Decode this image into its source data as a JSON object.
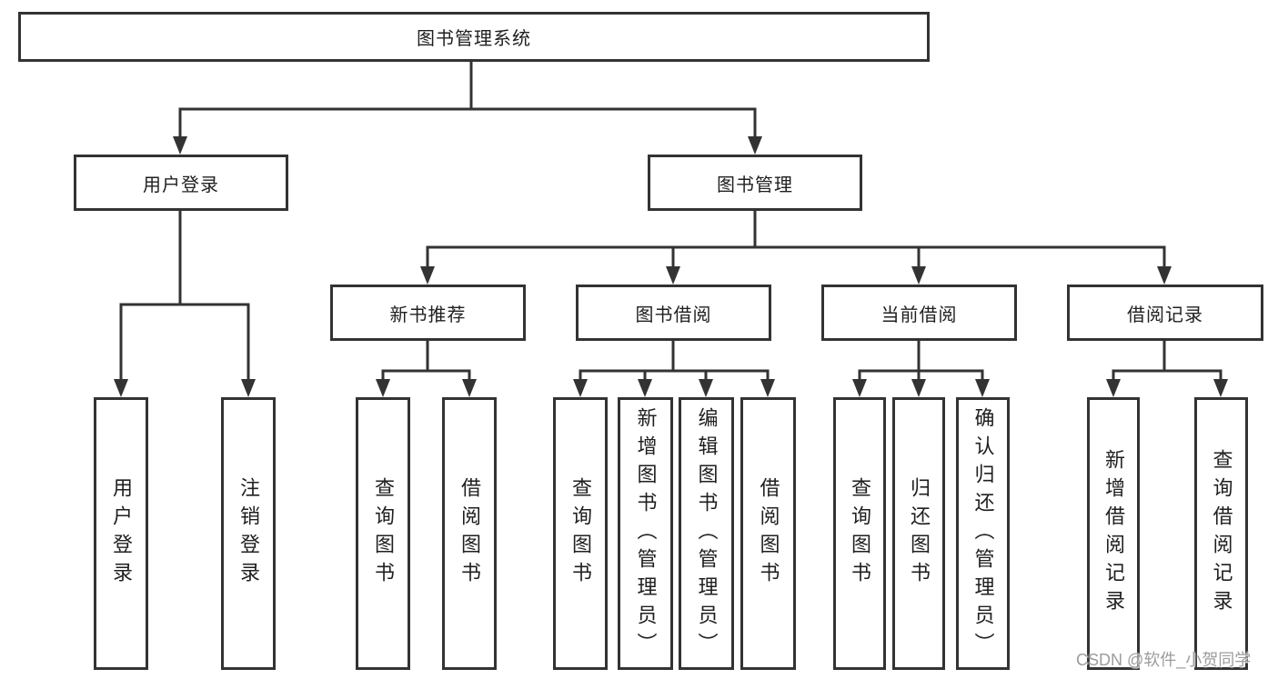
{
  "tree": {
    "label": "图书管理系统",
    "children": [
      {
        "label": "用户登录",
        "children": [
          {
            "label": "用户登录"
          },
          {
            "label": "注销登录"
          }
        ]
      },
      {
        "label": "图书管理",
        "children": [
          {
            "label": "新书推荐",
            "children": [
              {
                "label": "查询图书"
              },
              {
                "label": "借阅图书"
              }
            ]
          },
          {
            "label": "图书借阅",
            "children": [
              {
                "label": "查询图书"
              },
              {
                "label": "新增图书（管理员）"
              },
              {
                "label": "编辑图书（管理员）"
              },
              {
                "label": "借阅图书"
              }
            ]
          },
          {
            "label": "当前借阅",
            "children": [
              {
                "label": "查询图书"
              },
              {
                "label": "归还图书"
              },
              {
                "label": "确认归还（管理员）"
              }
            ]
          },
          {
            "label": "借阅记录",
            "children": [
              {
                "label": "新增借阅记录"
              },
              {
                "label": "查询借阅记录"
              }
            ]
          }
        ]
      }
    ]
  },
  "watermark": {
    "text": "CSDN @软件_小贺同学"
  },
  "colors": {
    "line": "#333333",
    "box_border": "#333333",
    "box_fill": "#ffffff",
    "text": "#1f1f1f",
    "watermark": "#9c9c9c"
  }
}
